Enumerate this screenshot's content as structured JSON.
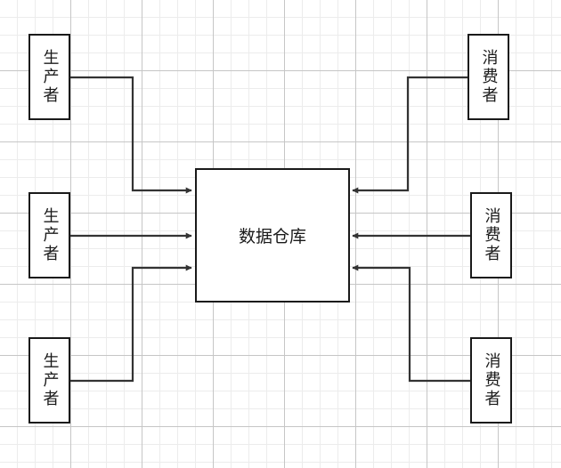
{
  "diagram": {
    "center": {
      "label": "数据仓库"
    },
    "producers": [
      {
        "label": "生产者"
      },
      {
        "label": "生产者"
      },
      {
        "label": "生产者"
      }
    ],
    "consumers": [
      {
        "label": "消费者"
      },
      {
        "label": "消费者"
      },
      {
        "label": "消费者"
      }
    ]
  }
}
